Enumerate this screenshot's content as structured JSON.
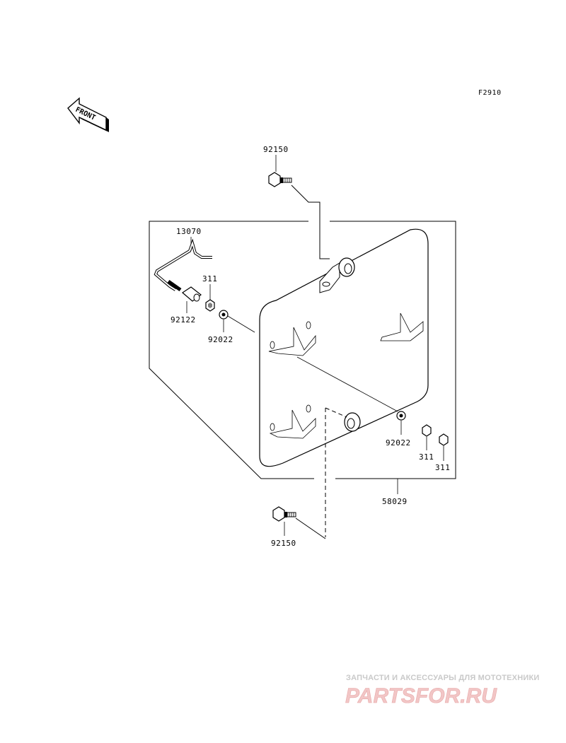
{
  "diagram": {
    "figure_code": "F2910",
    "front_arrow_text": "FRONT",
    "parts": {
      "bolt_top": "92150",
      "latch_rod": "13070",
      "collar": "92122",
      "nut_small_left": "311",
      "washer_left": "92022",
      "washer_right": "92022",
      "nut_right_1": "311",
      "nut_right_2": "311",
      "plate_assy": "58029",
      "bolt_bottom": "92150"
    }
  },
  "watermark": {
    "tagline": "ЗАПЧАСТИ И АКСЕССУАРЫ ДЛЯ МОТОТЕХНИКИ",
    "logo": "PARTSFOR.RU"
  }
}
